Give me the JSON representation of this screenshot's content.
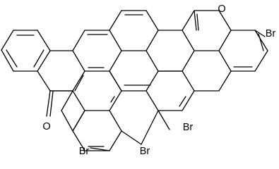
{
  "atoms": {
    "oxygen_top": "O",
    "oxygen_left": "O",
    "bromine_top_right": "Br",
    "bromine_center": "Br",
    "bromine_bottom_left": "Br",
    "bromine_bottom_mid": "Br"
  },
  "colors": {
    "background": "#ffffff",
    "ink": "#000000"
  }
}
